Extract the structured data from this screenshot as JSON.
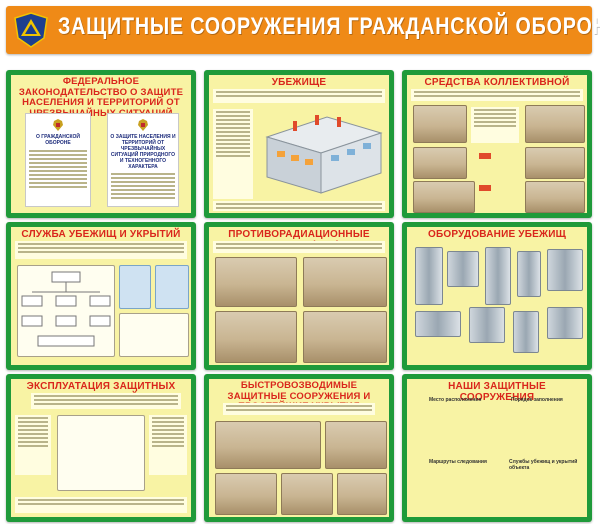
{
  "header": {
    "title": "ЗАЩИТНЫЕ СООРУЖЕНИЯ ГРАЖДАНСКОЙ ОБОРОНЫ",
    "emblem_icon": "civil-defense-emblem-icon"
  },
  "colors": {
    "header_orange": "#ef8a17",
    "board_green": "#1f9a3a",
    "panel_yellow": "#f8f3a4",
    "title_red": "#d9261c"
  },
  "panels": {
    "p1": {
      "title": "ФЕДЕРАЛЬНОЕ ЗАКОНОДАТЕЛЬСТВО О ЗАЩИТЕ НАСЕЛЕНИЯ И ТЕРРИТОРИЙ ОТ ЧРЕЗВЫЧАЙНЫХ СИТУАЦИЙ",
      "doc1_title": "О ГРАЖДАНСКОЙ ОБОРОНЕ",
      "doc2_title": "О ЗАЩИТЕ НАСЕЛЕНИЯ И ТЕРРИТОРИЙ ОТ ЧРЕЗВЫЧАЙНЫХ СИТУАЦИЙ ПРИРОДНОГО И ТЕХНОГЕННОГО ХАРАКТЕРА"
    },
    "p2": {
      "title": "УБЕЖИЩЕ"
    },
    "p3": {
      "title": "СРЕДСТВА КОЛЛЕКТИВНОЙ ЗАЩИТЫ"
    },
    "p4": {
      "title": "СЛУЖБА УБЕЖИЩ И УКРЫТИЙ"
    },
    "p5": {
      "title": "ПРОТИВОРАДИАЦИОННЫЕ УКРЫТИЯ (ПРУ)"
    },
    "p6": {
      "title": "ОБОРУДОВАНИЕ УБЕЖИЩ"
    },
    "p7": {
      "title": "ЭКСПЛУАТАЦИЯ ЗАЩИТНЫХ СООРУЖЕНИЙ"
    },
    "p8": {
      "title": "БЫСТРОВОЗВОДИМЫЕ ЗАЩИТНЫЕ СООРУЖЕНИЯ И ПРОСТЕЙШИЕ УКРЫТИЯ"
    },
    "p9": {
      "title": "НАШИ ЗАЩИТНЫЕ СООРУЖЕНИЯ",
      "labels": [
        "Место расположения",
        "Порядок заполнения",
        "Маршруты следования",
        "Службы убежищ и укрытий объекта"
      ]
    }
  }
}
